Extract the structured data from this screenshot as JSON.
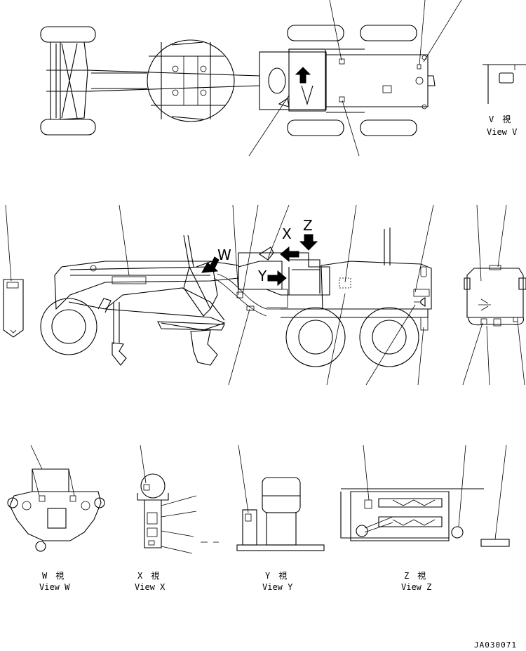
{
  "markers": {
    "w": "W",
    "x": "X",
    "y": "Y",
    "z": "Z"
  },
  "views": {
    "v": {
      "jp": "V　視",
      "en": "View V"
    },
    "w": {
      "jp": "W　視",
      "en": "View W"
    },
    "x": {
      "jp": "X　視",
      "en": "View X"
    },
    "y": {
      "jp": "Y　視",
      "en": "View Y"
    },
    "z": {
      "jp": "Z　視",
      "en": "View Z"
    }
  },
  "drawing_code": "JA030071",
  "colors": {
    "line": "#000000",
    "background": "#ffffff"
  }
}
